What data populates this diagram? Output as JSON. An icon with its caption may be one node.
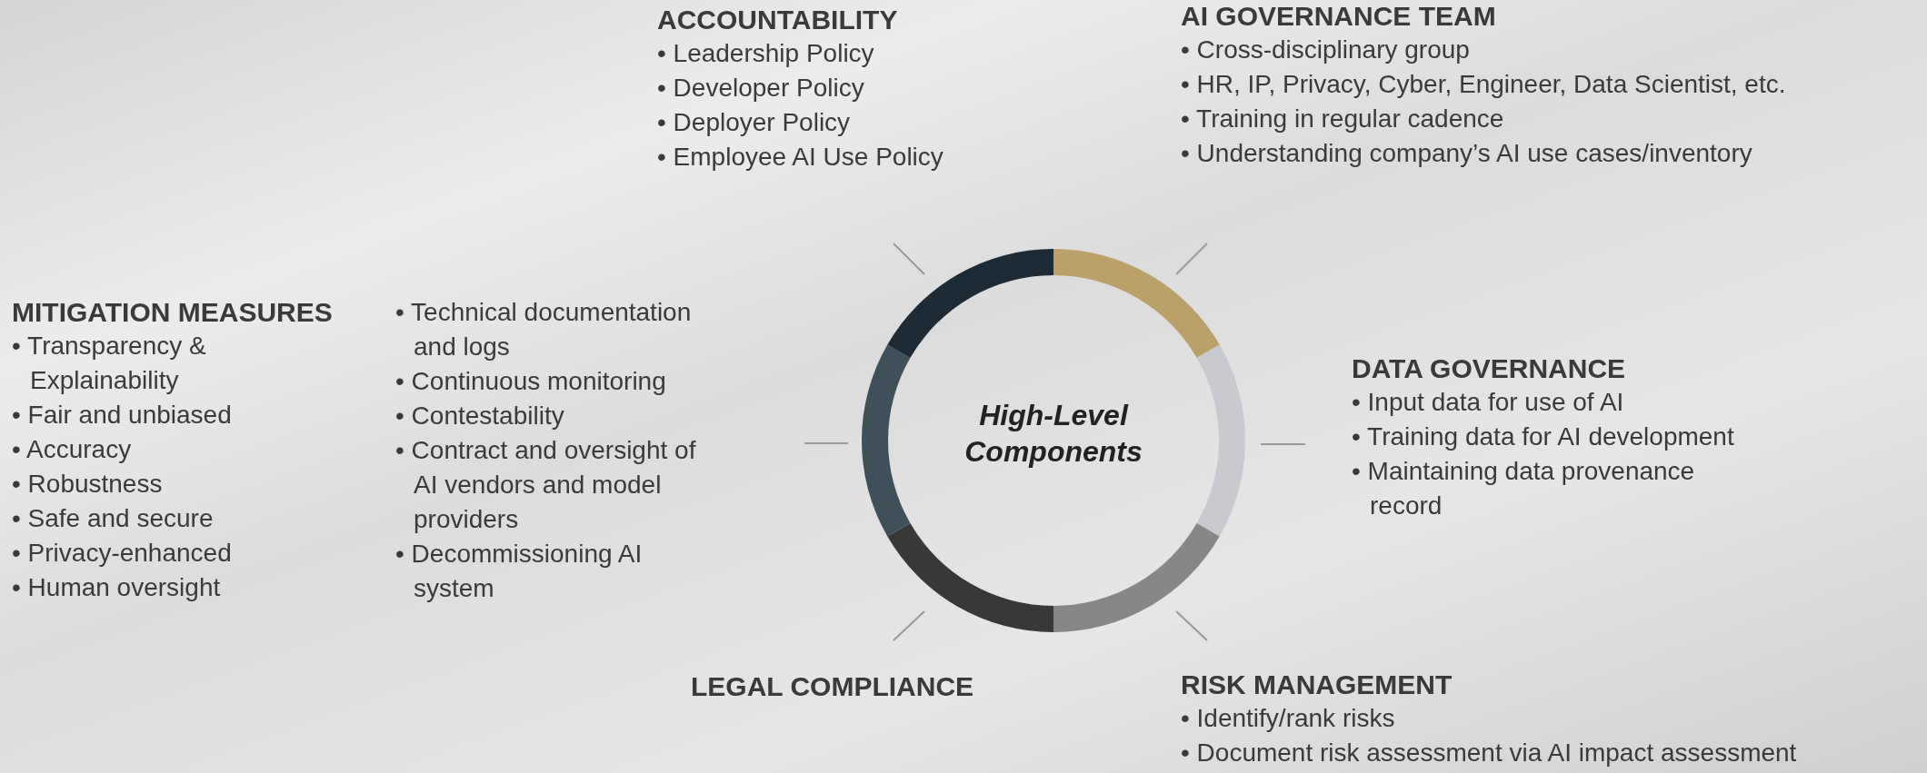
{
  "diagram": {
    "nodes": [
      {
        "text": [
          "ACCOUNTABILITY",
          "• Leadership Policy",
          "• Developer Policy",
          "• Deployer Policy",
          "• Employee AI Use Policy"
        ]
      },
      {
        "text": [
          "AI GOVERNANCE TEAM",
          "• Cross-disciplinary group",
          "• HR, IP, Privacy, Cyber, Engineer, Data Scientist, etc.",
          "• Training in regular cadence",
          "• Understanding company’s AI use cases/inventory"
        ]
      },
      {
        "text": [
          "MITIGATION MEASURES",
          "• Transparency & Explainability",
          "• Fair and unbiased",
          "• Accuracy",
          "• Robustness",
          "• Safe and secure",
          "• Privacy-enhanced",
          "• Human oversight",
          "• Technical documentation and logs",
          "• Continuous monitoring",
          "• Contestability",
          "• Contract and oversight of AI vendors and model providers",
          "• Decommissioning AI system"
        ]
      },
      {
        "text": [
          "High-Level Components"
        ]
      },
      {
        "text": [
          "DATA GOVERNANCE",
          "• Input data for use of AI",
          "• Training data for AI development",
          "• Maintaining data provenance record"
        ]
      },
      {
        "text": [
          "LEGAL COMPLIANCE"
        ]
      },
      {
        "text": [
          "RISK MANAGEMENT",
          "• Identify/rank risks",
          "• Document risk assessment via AI impact assessment"
        ]
      }
    ]
  }
}
